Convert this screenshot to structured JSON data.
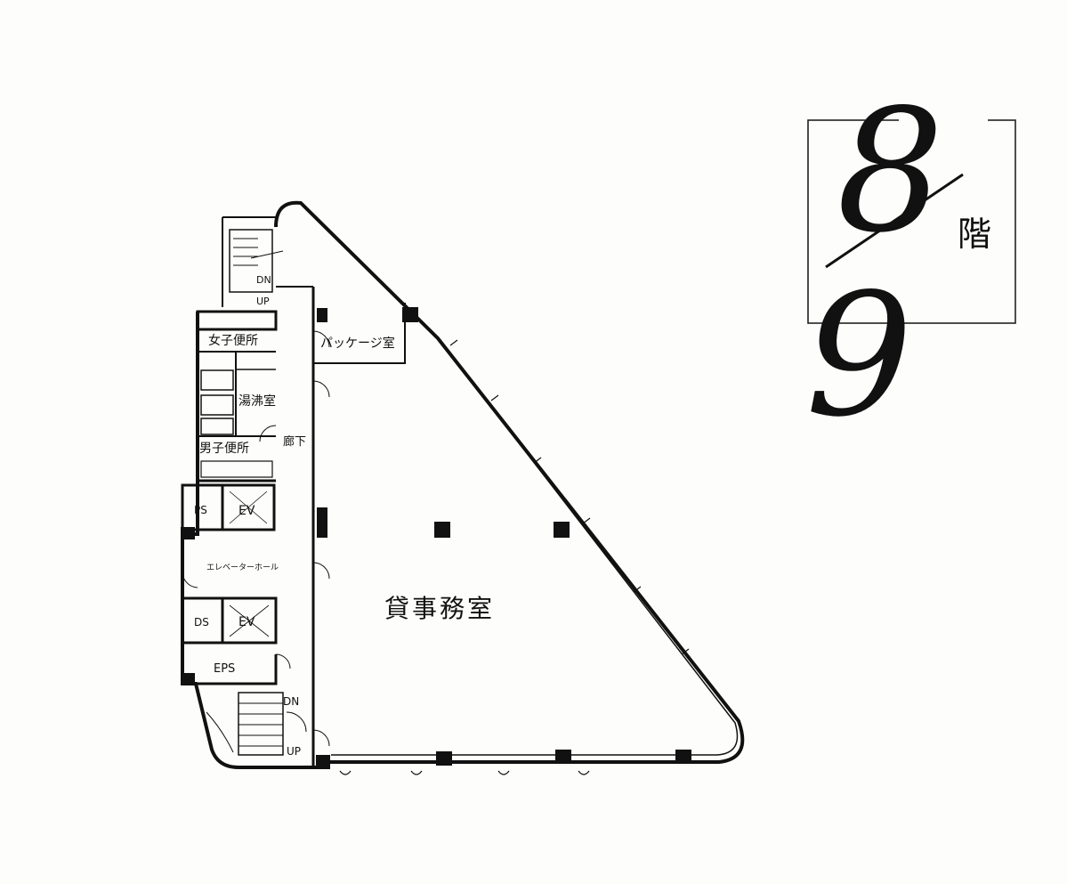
{
  "floor_badge": {
    "upper_floor": "8",
    "lower_floor": "9",
    "suffix": "階"
  },
  "rooms": {
    "womens_restroom": "女子便所",
    "kitchenette": "湯沸室",
    "mens_restroom": "男子便所",
    "corridor": "廊下",
    "package_room": "パッケージ室",
    "ps": "PS",
    "ev_1": "EV",
    "elevator_hall": "エレベーターホール",
    "ds": "DS",
    "ev_2": "EV",
    "eps": "EPS",
    "rental_office": "貸事務室"
  },
  "stairs": {
    "upper_dn": "DN",
    "upper_up": "UP",
    "lower_dn": "DN",
    "lower_up": "UP"
  },
  "colors": {
    "ink": "#111111",
    "paper": "#fdfdfb"
  }
}
